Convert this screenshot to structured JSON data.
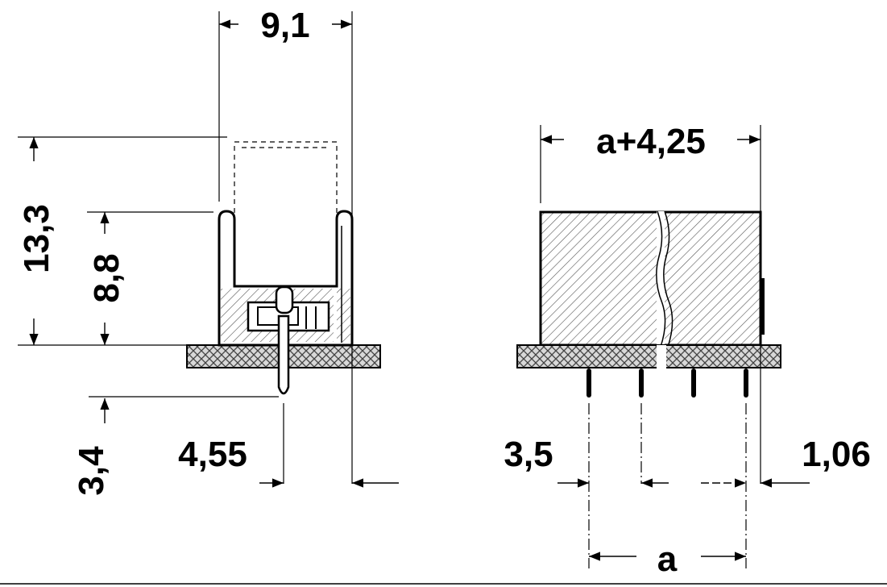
{
  "dimensions": {
    "width_9_1": "9,1",
    "height_13_3": "13,3",
    "height_8_8": "8,8",
    "pin_3_4": "3,4",
    "offset_4_55": "4,55",
    "width_a_4_25": "a+4,25",
    "offset_3_5": "3,5",
    "pin_1_06": "1,06",
    "pitch_a": "a"
  }
}
